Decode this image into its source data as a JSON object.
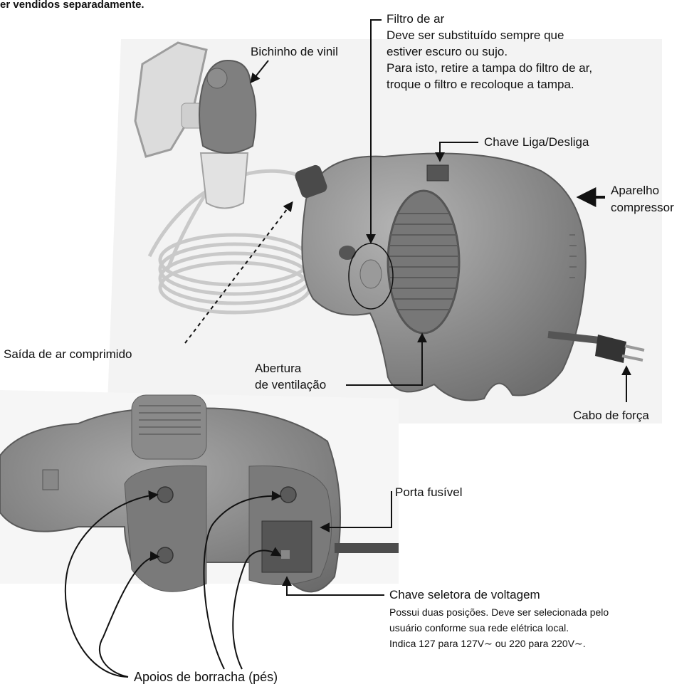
{
  "header_note": "er vendidos separadamente.",
  "labels": {
    "filtro_title": "Filtro de ar",
    "filtro_line1": "Deve ser substituído sempre que",
    "filtro_line2": "estiver escuro ou sujo.",
    "filtro_line3": "Para isto, retire a tampa do filtro de ar,",
    "filtro_line4": "troque o filtro e recoloque a tampa.",
    "bichinho": "Bichinho de vinil",
    "chave_liga": "Chave Liga/Desliga",
    "aparelho_line1": "Aparelho",
    "aparelho_line2": "compressor",
    "saida": "Saída de ar comprimido",
    "abertura_line1": "Abertura",
    "abertura_line2": "de ventilação",
    "cabo": "Cabo de força",
    "porta_fusivel": "Porta fusível",
    "chave_seletora": "Chave seletora de voltagem",
    "seletora_line1": "Possui duas posições. Deve ser selecionada pelo",
    "seletora_line2": "usuário conforme sua rede elétrica local.",
    "seletora_line3": "Indica 127 para 127V∼ ou 220 para 220V∼.",
    "apoios": "Apoios de borracha (pés)"
  },
  "colors": {
    "background": "#ffffff",
    "photo_bg": "#f1f1f1",
    "body_gray": "#8c8c8c",
    "dark_gray": "#5e5e5e",
    "line": "#111111"
  }
}
